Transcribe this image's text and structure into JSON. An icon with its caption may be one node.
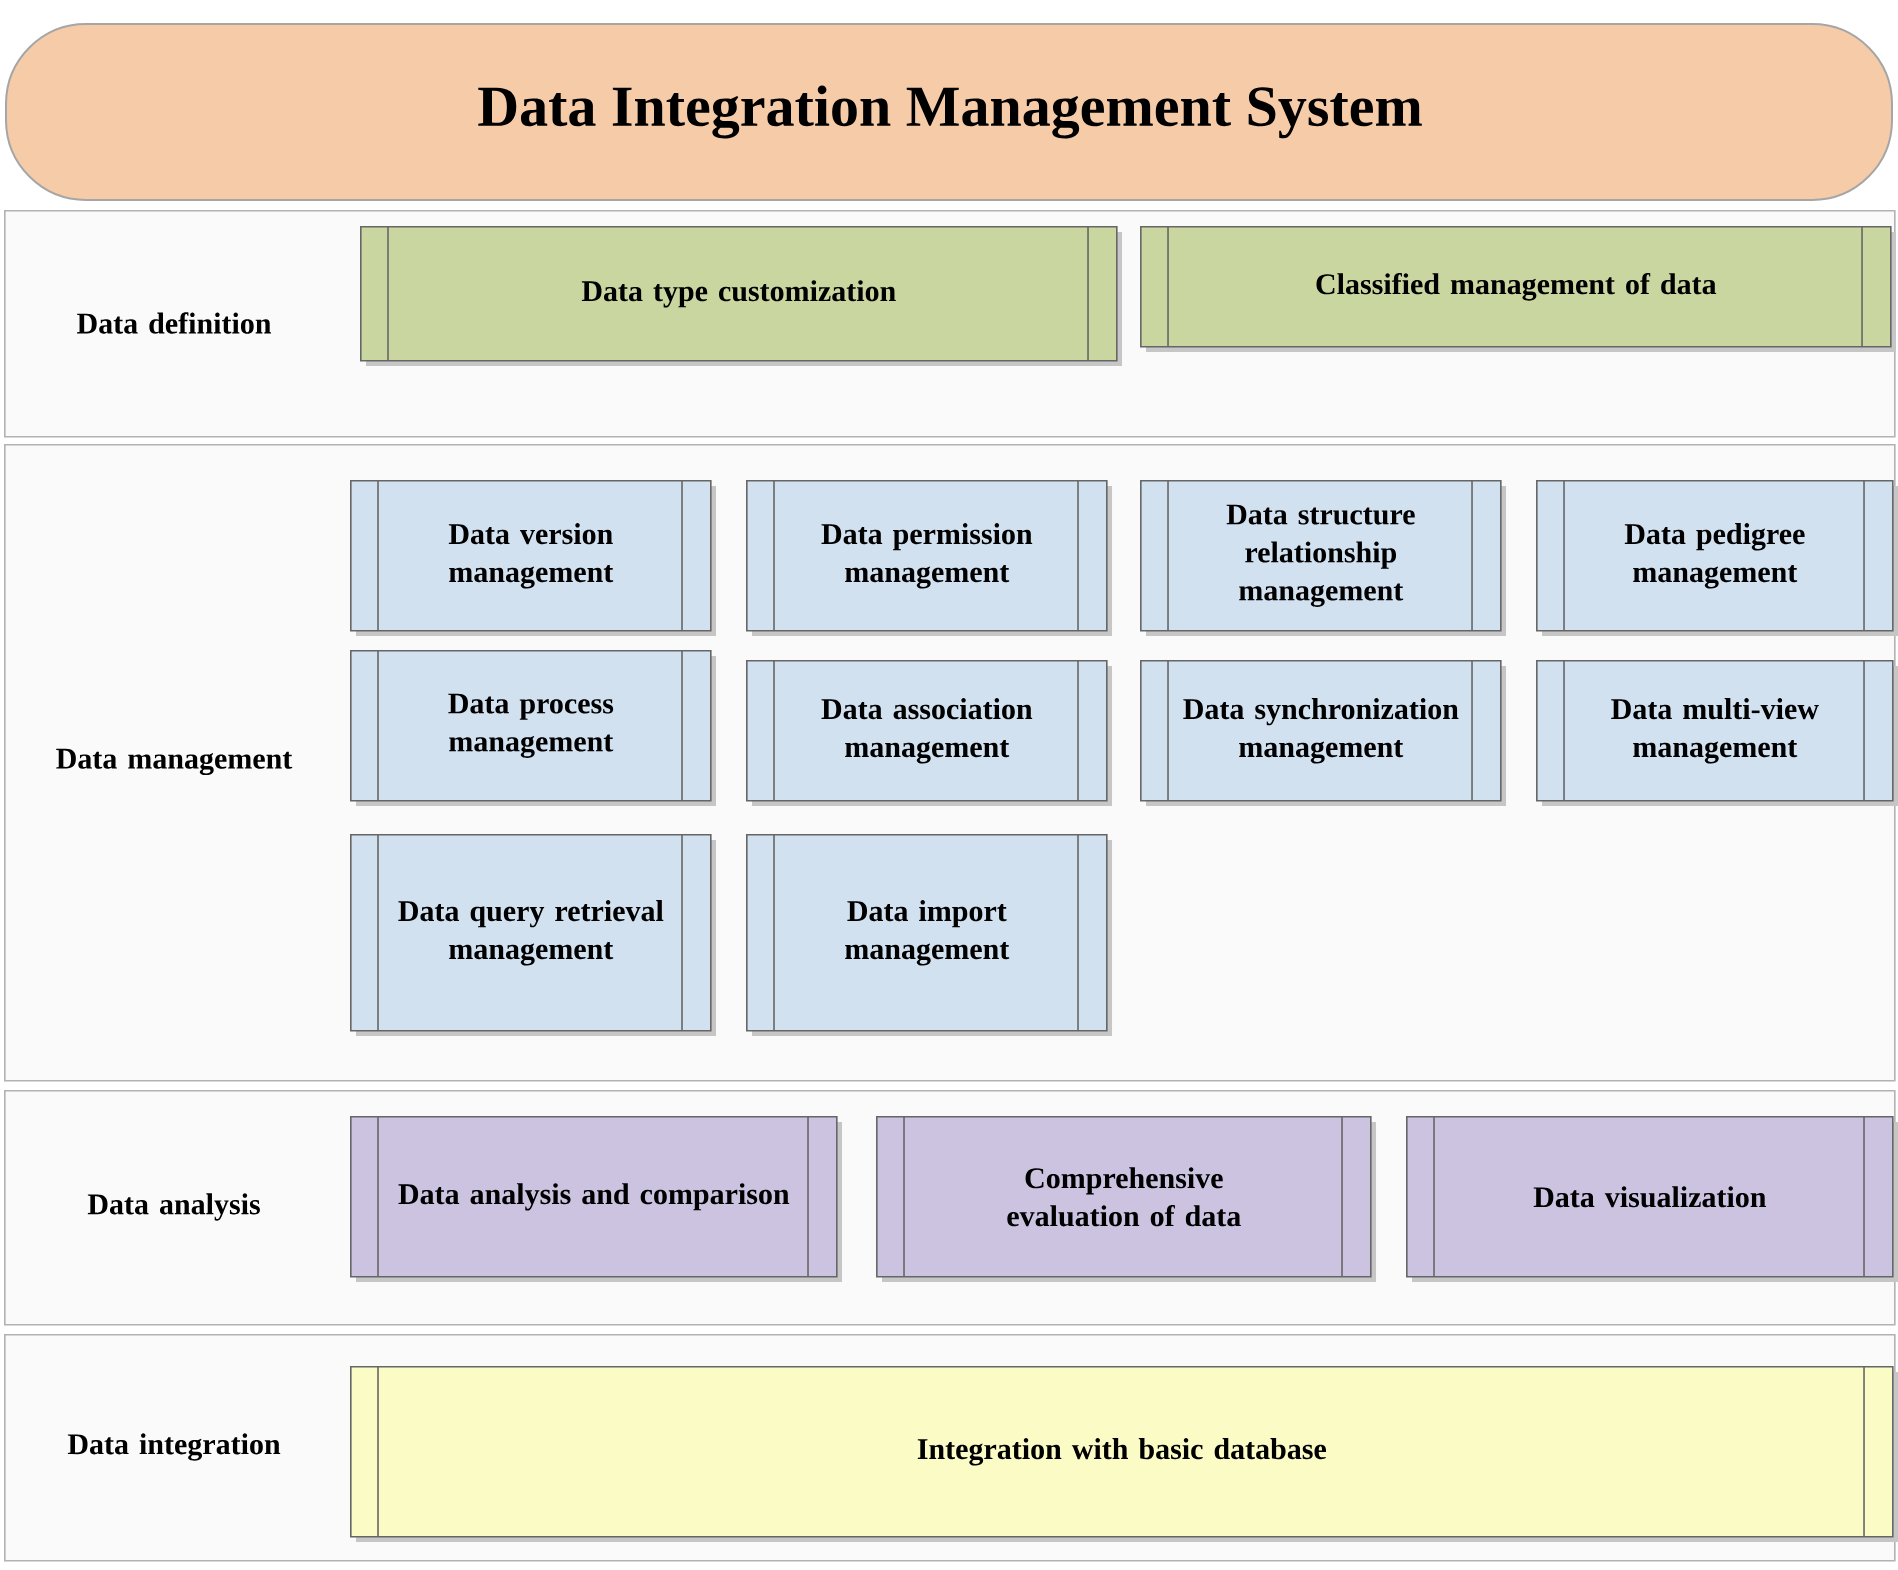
{
  "diagram": {
    "title": "Data Integration Management System",
    "nodes": [
      {
        "text": [
          "Data definition"
        ]
      },
      {
        "text": [
          "Data type customization"
        ],
        "in": 0
      },
      {
        "text": [
          "Classified management of data"
        ],
        "in": 0
      },
      {
        "text": [
          "Data management"
        ]
      },
      {
        "text": [
          "Data version management"
        ],
        "in": 3
      },
      {
        "text": [
          "Data permission management"
        ],
        "in": 3
      },
      {
        "text": [
          "Data structure relationship management"
        ],
        "in": 3
      },
      {
        "text": [
          "Data pedigree management"
        ],
        "in": 3
      },
      {
        "text": [
          "Data process management"
        ],
        "in": 3
      },
      {
        "text": [
          "Data association management"
        ],
        "in": 3
      },
      {
        "text": [
          "Data synchronization management"
        ],
        "in": 3
      },
      {
        "text": [
          "Data multi-view management"
        ],
        "in": 3
      },
      {
        "text": [
          "Data query retrieval management"
        ],
        "in": 3
      },
      {
        "text": [
          "Data import management"
        ],
        "in": 3
      },
      {
        "text": [
          "Data analysis"
        ]
      },
      {
        "text": [
          "Data analysis and comparison"
        ],
        "in": 14
      },
      {
        "text": [
          "Comprehensive evaluation of data"
        ],
        "in": 14
      },
      {
        "text": [
          "Data visualization"
        ],
        "in": 14
      },
      {
        "text": [
          "Data integration"
        ]
      },
      {
        "text": [
          "Integration with basic database"
        ],
        "in": 18
      }
    ]
  }
}
